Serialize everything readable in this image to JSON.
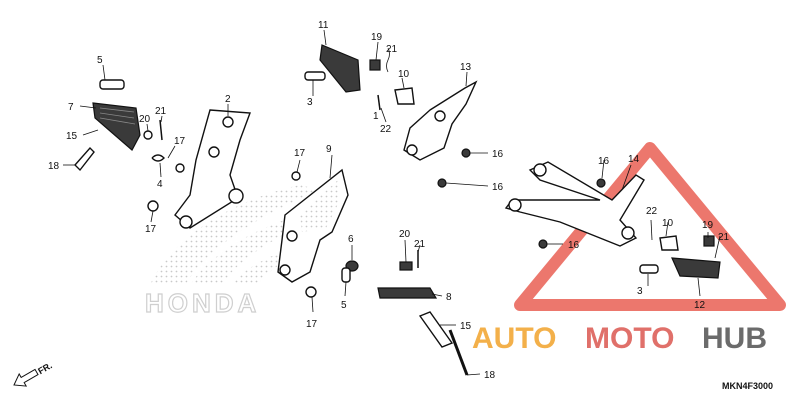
{
  "diagram": {
    "part_labels": {
      "p1": "1",
      "p2": "2",
      "p3a": "3",
      "p3b": "3",
      "p4": "4",
      "p5a": "5",
      "p5b": "5",
      "p6": "6",
      "p7": "7",
      "p8": "8",
      "p9": "9",
      "p10a": "10",
      "p10b": "10",
      "p11": "11",
      "p12": "12",
      "p13": "13",
      "p14": "14",
      "p15a": "15",
      "p15b": "15",
      "p16a": "16",
      "p16b": "16",
      "p16c": "16",
      "p16d": "16",
      "p17a": "17",
      "p17b": "17",
      "p17c": "17",
      "p17d": "17",
      "p18a": "18",
      "p18b": "18",
      "p19a": "19",
      "p19b": "19",
      "p20a": "20",
      "p20b": "20",
      "p21a": "21",
      "p21b": "21",
      "p21c": "21",
      "p21d": "21",
      "p22a": "22",
      "p22b": "22"
    },
    "background_logo": "HONDA",
    "direction_marker": "FR.",
    "diagram_code": "MKN4F3000"
  },
  "watermark": {
    "text_auto": "AUTO",
    "text_moto": "MOTO",
    "text_hub": "HUB",
    "color_auto": "#f3b04a",
    "color_moto": "#e0706a",
    "color_hub": "#6b6b6b",
    "triangle_color": "#e64a3c"
  }
}
